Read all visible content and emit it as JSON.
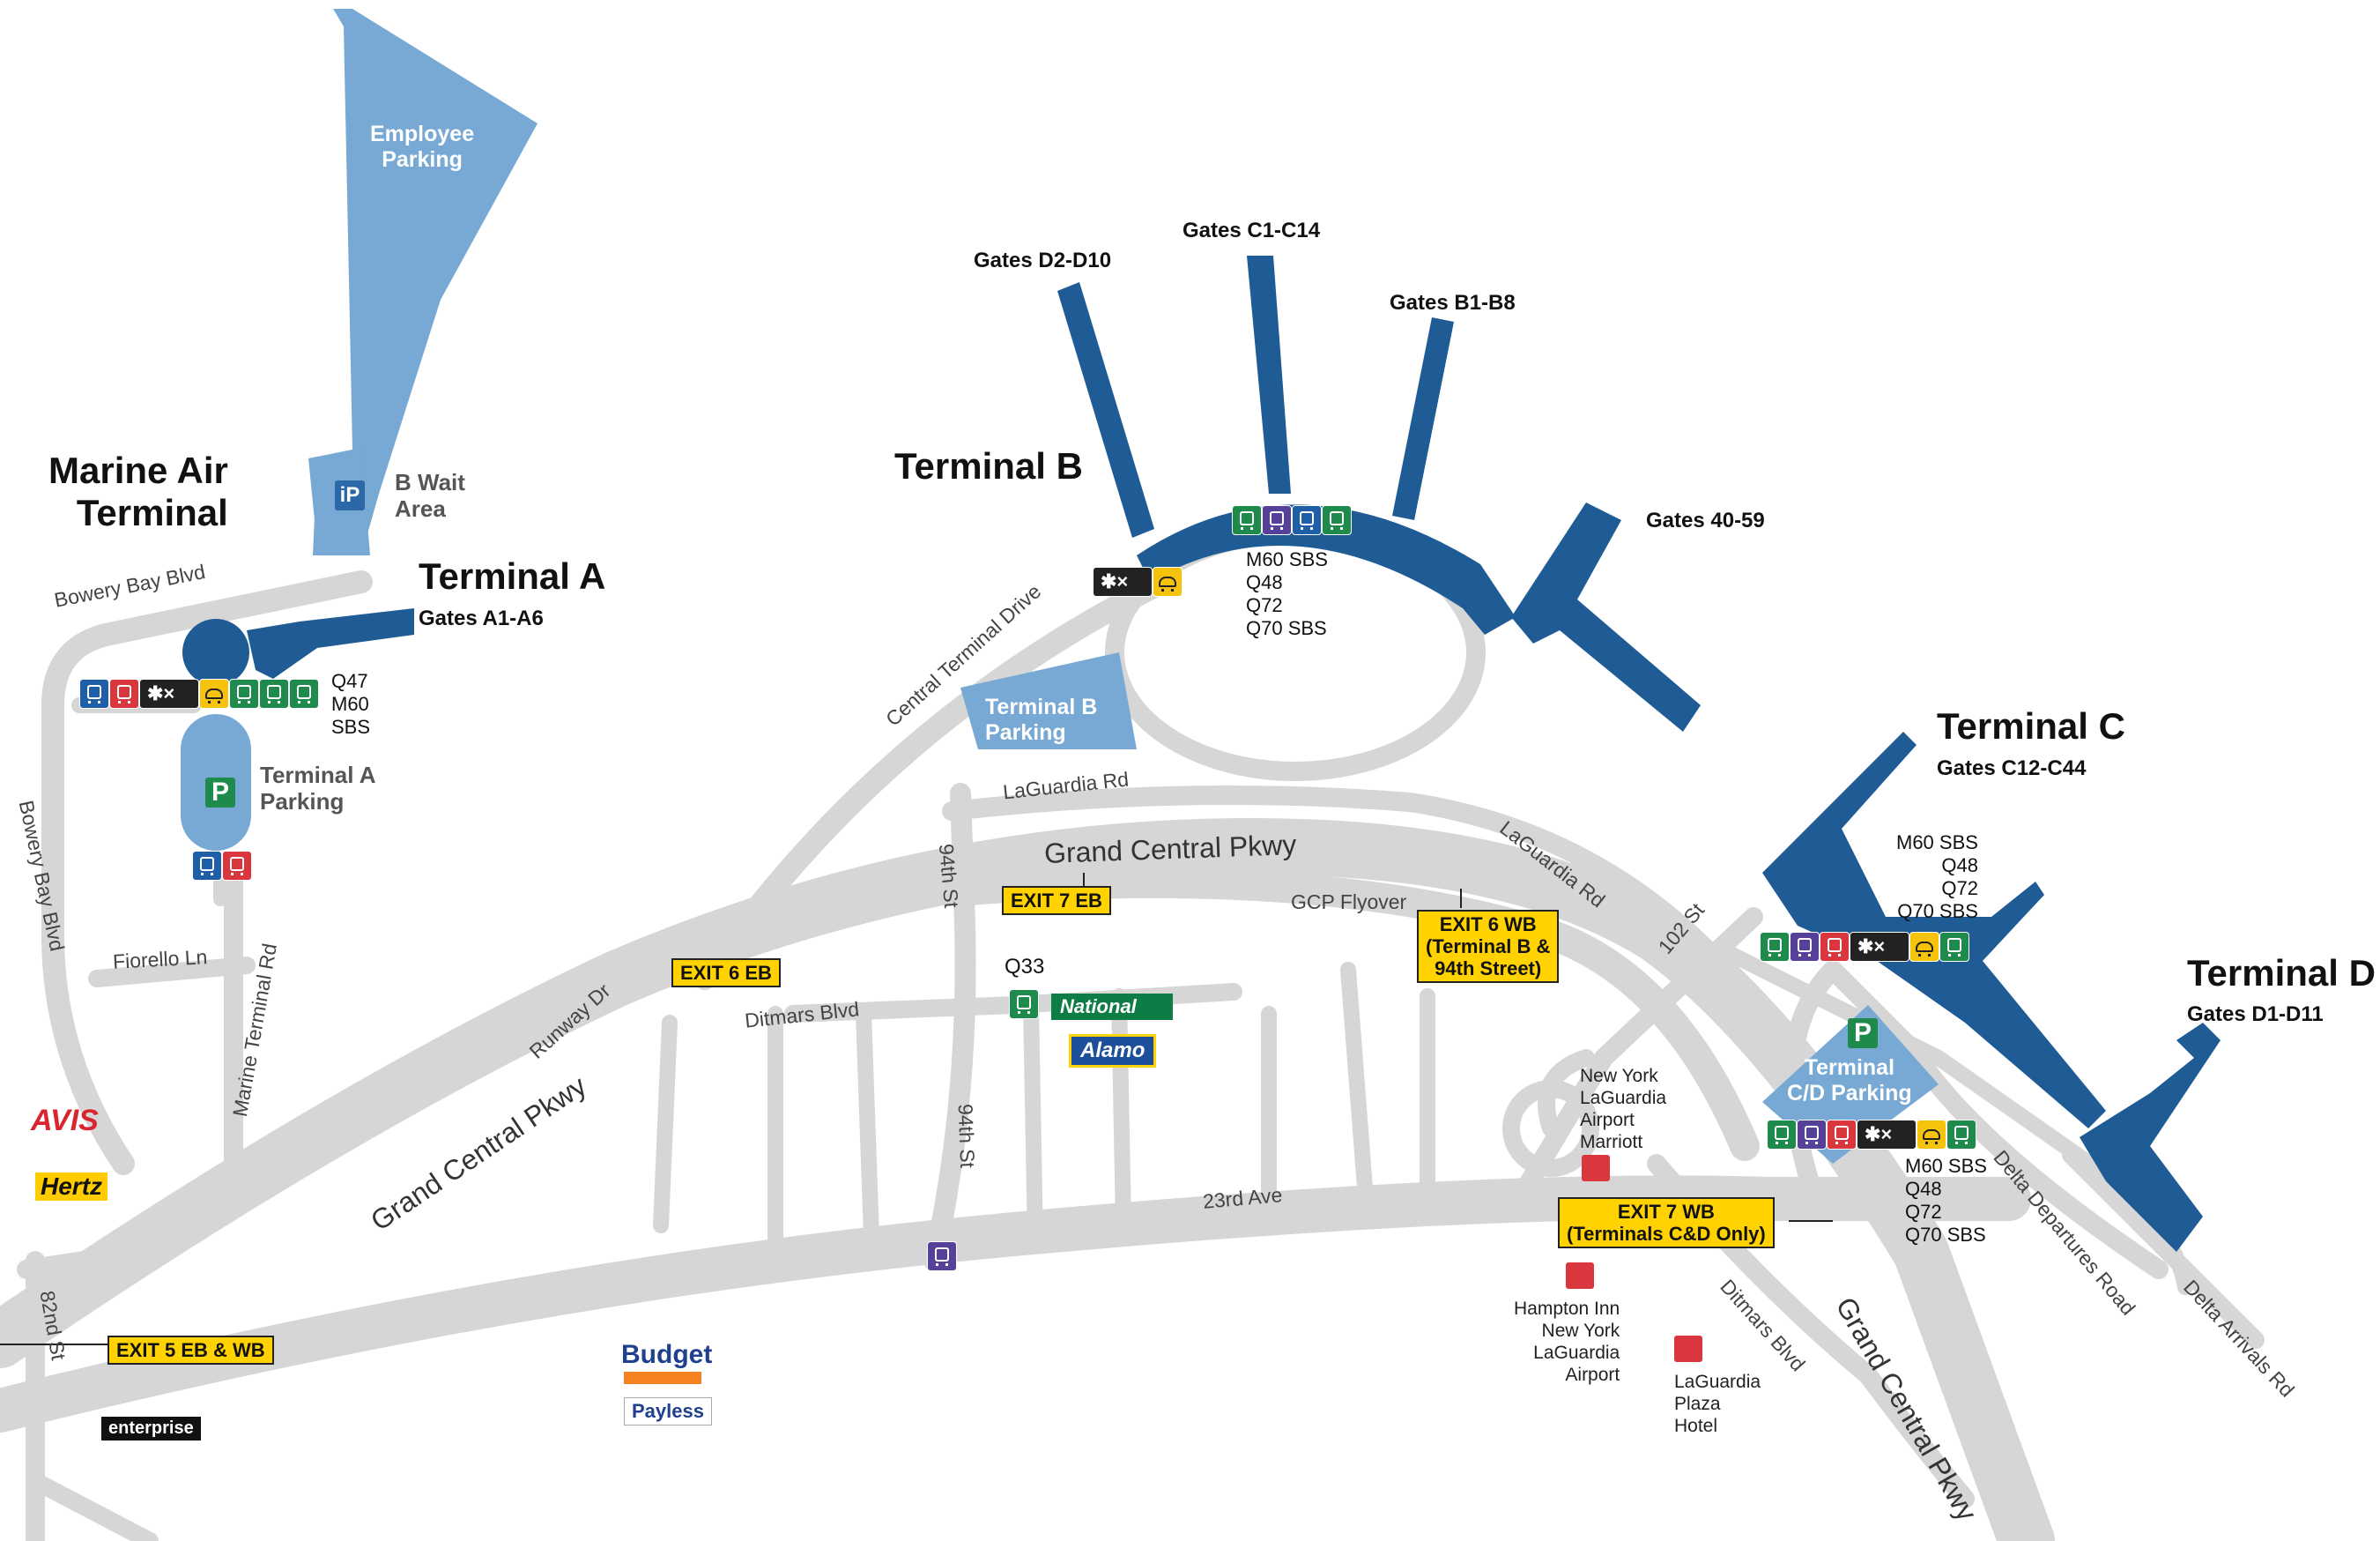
{
  "colors": {
    "road": "#d6d6d6",
    "terminal": "#1f5c96",
    "parking_lot": "#77a9d4",
    "exit_sign": "#ffd200",
    "parking_icon": "#1e8a4c",
    "hotel_icon": "#d9363e"
  },
  "terminals": {
    "marine_air": "Marine Air\nTerminal",
    "a": "Terminal A",
    "b": "Terminal B",
    "c": "Terminal C",
    "d": "Terminal D"
  },
  "gates": {
    "a": "Gates A1-A6",
    "d2_d10": "Gates D2-D10",
    "c1_c14": "Gates C1-C14",
    "b1_b8": "Gates B1-B8",
    "g40_59": "Gates 40-59",
    "c12_c44": "Gates C12-C44",
    "d1_d11": "Gates D1-D11"
  },
  "parking": {
    "employee": "Employee\nParking",
    "b_wait": "B Wait\nArea",
    "b_wait_icon": "iP",
    "terminal_a": "Terminal A\nParking",
    "terminal_b": "Terminal B\nParking",
    "terminal_cd": "Terminal\nC/D Parking",
    "p_symbol": "P"
  },
  "bus_routes": {
    "terminal_a": "Q47\nM60\nSBS",
    "terminal_b": "M60 SBS\nQ48\nQ72\nQ70 SBS",
    "terminal_c": "M60 SBS\nQ48\nQ72\nQ70 SBS",
    "terminal_d": "M60 SBS\nQ48\nQ72\nQ70 SBS",
    "q33": "Q33"
  },
  "roads": {
    "bowery_bay_blvd_top": "Bowery Bay Blvd",
    "bowery_bay_blvd_side": "Bowery Bay Blvd",
    "fiorello_ln": "Fiorello Ln",
    "marine_terminal_rd": "Marine Terminal Rd",
    "central_terminal_drive": "Central Terminal Drive",
    "laguardia_rd_b": "LaGuardia Rd",
    "laguardia_rd_c": "LaGuardia Rd",
    "grand_central_pkwy_top": "Grand Central Pkwy",
    "grand_central_pkwy_left": "Grand Central Pkwy",
    "grand_central_pkwy_right": "Grand Central Pkwy",
    "gcp_flyover": "GCP Flyover",
    "94th_st_top": "94th St",
    "94th_st_bottom": "94th St",
    "runway_dr": "Runway Dr",
    "ditmars_blvd_left": "Ditmars Blvd",
    "ditmars_blvd_right": "Ditmars Blvd",
    "23rd_ave": "23rd Ave",
    "102_st": "102 St",
    "82nd_st": "82nd St",
    "delta_departures_road": "Delta Departures Road",
    "delta_arrivals_rd": "Delta Arrivals Rd"
  },
  "exits": {
    "exit7eb": "EXIT 7 EB",
    "exit6eb": "EXIT 6 EB",
    "exit6wb": "EXIT 6 WB\n(Terminal B &\n94th Street)",
    "exit7wb": "EXIT 7 WB\n(Terminals C&D Only)",
    "exit5": "EXIT 5 EB & WB"
  },
  "hotels": {
    "marriott": "New York\nLaGuardia\nAirport\nMarriott",
    "hampton": "Hampton Inn\nNew York\nLaGuardia\nAirport",
    "plaza": "LaGuardia\nPlaza\nHotel"
  },
  "rental": {
    "avis": "AVIS",
    "hertz": "Hertz",
    "national": "National",
    "alamo": "Alamo",
    "budget": "Budget",
    "payless": "Payless",
    "enterprise": "enterprise"
  }
}
